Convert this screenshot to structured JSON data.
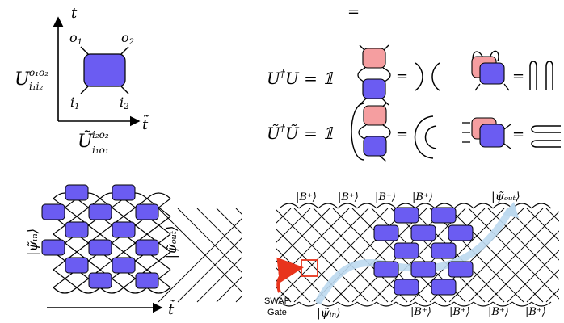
{
  "colors": {
    "gate_blue": "#6b5cf2",
    "gate_pink": "#f59ea0",
    "arrow_red": "#e8341c",
    "light_path": "#bcd9ef",
    "stroke": "#000000"
  },
  "panel_a": {
    "axis_t": "t",
    "axis_t_tilde": "t̃",
    "U_label": {
      "base": "U",
      "sup": "o₁o₂",
      "sub": "i₁i₂"
    },
    "Ut_label": {
      "base": "Ũ",
      "sup": "i₂o₂",
      "sub": "i₁o₁"
    },
    "o1": {
      "base": "o",
      "sub": "1"
    },
    "o2": {
      "base": "o",
      "sub": "2"
    },
    "i1": {
      "base": "i",
      "sub": "1"
    },
    "i2": {
      "base": "i",
      "sub": "2"
    }
  },
  "panel_b": {
    "top_equals": "=",
    "eq1": {
      "lhs": "U",
      "dag": "†",
      "rhs_tail": "U = 𝟙"
    },
    "eq2": {
      "lhs": "Ũ",
      "dag": "†",
      "rhs_tail": "Ũ = 𝟙"
    },
    "equals": "="
  },
  "panel_c": {
    "psi_in": "|ψ̃ᵢₙ⟩",
    "psi_out": "|ψ̃ₒᵤₜ⟩",
    "axis_t_tilde": "t̃"
  },
  "panel_d": {
    "top_labels": [
      "|B⁺⟩",
      "|B⁺⟩",
      "|B⁺⟩",
      "|B⁺⟩"
    ],
    "bottom_labels": [
      "|B⁺⟩",
      "|B⁺⟩",
      "|B⁺⟩",
      "|B⁺⟩"
    ],
    "psi_out": "|ψ̃ₒᵤₜ⟩",
    "psi_in": "|ψ̃ᵢₙ⟩",
    "swap_line1": "SWAP",
    "swap_line2": "Gate"
  }
}
